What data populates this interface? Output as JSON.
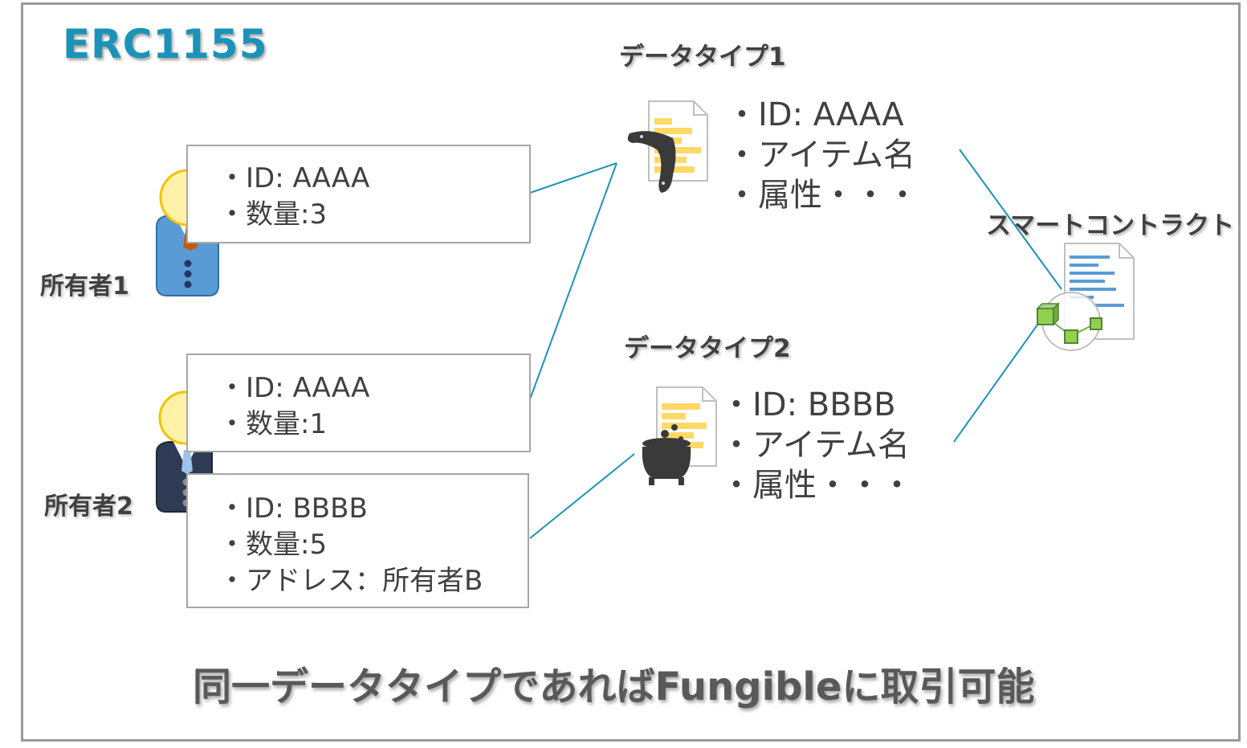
{
  "title": "ERC1155",
  "owners": [
    {
      "label": "所有者1"
    },
    {
      "label": "所有者2"
    }
  ],
  "holdings": [
    {
      "lines": [
        "・ID: AAAA",
        "・数量:3"
      ]
    },
    {
      "lines": [
        "・ID: AAAA",
        "・数量:1"
      ]
    },
    {
      "lines": [
        "・ID: BBBB",
        "・数量:5",
        "・アドレス：所有者B"
      ]
    }
  ],
  "data_types": [
    {
      "heading": "データタイプ1",
      "lines": [
        "・ID: AAAA",
        "・アイテム名",
        "・属性・・・"
      ],
      "icon": "boomerang-icon"
    },
    {
      "heading": "データタイプ2",
      "lines": [
        "・ID: BBBB",
        "・アイテム名",
        "・属性・・・"
      ],
      "icon": "cauldron-icon"
    }
  ],
  "smart_contract": {
    "heading": "スマートコントラクト",
    "icon": "smart-contract-icon"
  },
  "footer": "同一データタイプであればFungibleに取引可能",
  "colors": {
    "title": "#1b93b8",
    "connector": "#1b93b8",
    "text": "#404040",
    "box_border": "#a6a6a6",
    "document_highlight": "#ffd966",
    "contract_lines": "#5b9bd5",
    "blocks": "#70ad47"
  }
}
